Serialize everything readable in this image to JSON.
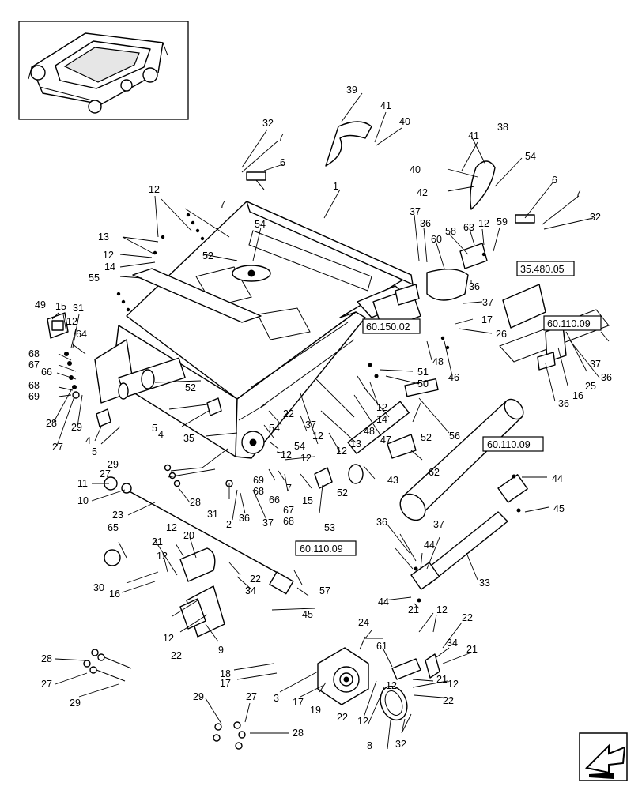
{
  "labels": {
    "n1": "1",
    "n2": "2",
    "n3": "3",
    "n4a": "4",
    "n4b": "4",
    "n5a": "5",
    "n5b": "5",
    "n6a": "6",
    "n6b": "6",
    "n7a": "7",
    "n7b": "7",
    "n7c": "7",
    "n7d": "7",
    "n8": "8",
    "n9": "9",
    "n10": "10",
    "n11": "11",
    "n12a": "12",
    "n12b": "12",
    "n12c": "12",
    "n12d": "12",
    "n12e": "12",
    "n12f": "12",
    "n12g": "12",
    "n12h": "12",
    "n12i": "12",
    "n12j": "12",
    "n12k": "12",
    "n12l": "12",
    "n12m": "12",
    "n12n": "12",
    "n12o": "12",
    "n12p": "12",
    "n13a": "13",
    "n13b": "13",
    "n14a": "14",
    "n14b": "14",
    "n15a": "15",
    "n15b": "15",
    "n16a": "16",
    "n16b": "16",
    "n17a": "17",
    "n17b": "17",
    "n17c": "17",
    "n18": "18",
    "n19": "19",
    "n20": "20",
    "n21a": "21",
    "n21b": "21",
    "n21c": "21",
    "n21d": "21",
    "n22a": "22",
    "n22b": "22",
    "n22c": "22",
    "n22d": "22",
    "n22e": "22",
    "n22f": "22",
    "n23": "23",
    "n24": "24",
    "n25": "25",
    "n26": "26",
    "n27a": "27",
    "n27b": "27",
    "n27c": "27",
    "n27d": "27",
    "n28a": "28",
    "n28b": "28",
    "n28c": "28",
    "n28d": "28",
    "n29a": "29",
    "n29b": "29",
    "n29c": "29",
    "n29d": "29",
    "n30": "30",
    "n31a": "31",
    "n31b": "31",
    "n32a": "32",
    "n32b": "32",
    "n32c": "32",
    "n33": "33",
    "n34a": "34",
    "n34b": "34",
    "n35": "35",
    "n36a": "36",
    "n36b": "36",
    "n36c": "36",
    "n36d": "36",
    "n36e": "36",
    "n36f": "36",
    "n37a": "37",
    "n37b": "37",
    "n37c": "37",
    "n37d": "37",
    "n37e": "37",
    "n37f": "37",
    "n37g": "37",
    "n38": "38",
    "n39": "39",
    "n40a": "40",
    "n40b": "40",
    "n41a": "41",
    "n41b": "41",
    "n42": "42",
    "n43": "43",
    "n44a": "44",
    "n44b": "44",
    "n44c": "44",
    "n45a": "45",
    "n45b": "45",
    "n46": "46",
    "n47": "47",
    "n48a": "48",
    "n48b": "48",
    "n49": "49",
    "n50": "50",
    "n51": "51",
    "n52a": "52",
    "n52b": "52",
    "n52c": "52",
    "n52d": "52",
    "n53": "53",
    "n54a": "54",
    "n54b": "54",
    "n54c": "54",
    "n54d": "54",
    "n55": "55",
    "n56": "56",
    "n57": "57",
    "n58": "58",
    "n59": "59",
    "n60": "60",
    "n61": "61",
    "n62": "62",
    "n63": "63",
    "n64": "64",
    "n65": "65",
    "n66a": "66",
    "n66b": "66",
    "n67a": "67",
    "n67b": "67",
    "n68a": "68",
    "n68b": "68",
    "n68c": "68",
    "n68d": "68",
    "n69a": "69",
    "n69b": "69"
  },
  "references": {
    "ref_35480": "35.480.05",
    "ref_60150": "60.150.02",
    "ref_60110_a": "60.110.09",
    "ref_60110_b": "60.110.09",
    "ref_60110_c": "60.110.09"
  }
}
